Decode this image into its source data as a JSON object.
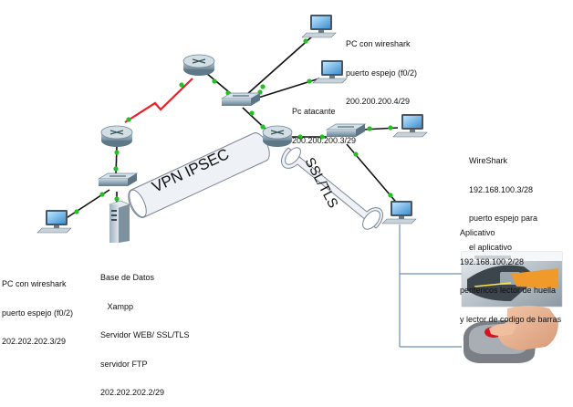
{
  "labels": {
    "pc_wireshark_top": [
      "PC con wireshark",
      "puerto espejo (f0/2)",
      "200.200.200.4/29"
    ],
    "pc_atacante": [
      "Pc atacante",
      "200.200.200.3/29"
    ],
    "wireshark_right": [
      "WireShark",
      "192.168.100.3/28",
      "puerto espejo para",
      "el aplicativo"
    ],
    "aplicativo": [
      "Aplicativo",
      "192.168.100.2/28",
      "perifericos lector de huella",
      "y lector de codigo de barras"
    ],
    "pc_wireshark_left": [
      "PC con wireshark",
      "puerto espejo (f0/2)",
      "202.202.202.3/29"
    ],
    "base_datos": [
      "Base de Datos",
      "   Xampp",
      "Servidor WEB/ SSL/TLS",
      "servidor FTP",
      "202.202.202.2/29"
    ]
  },
  "tunnels": {
    "vpn": "VPN IPSEC",
    "ssl": "SSL/TLS"
  },
  "colors": {
    "link": "#111111",
    "serial_link": "#e8202a",
    "port_dot": "#22c022",
    "router_body": "#8fa6b5",
    "switch_body": "#7f9fb0",
    "tunnel_fill": "#eef1f5",
    "tunnel_stroke": "#7a8694",
    "attach_line": "#6b8fb8"
  }
}
